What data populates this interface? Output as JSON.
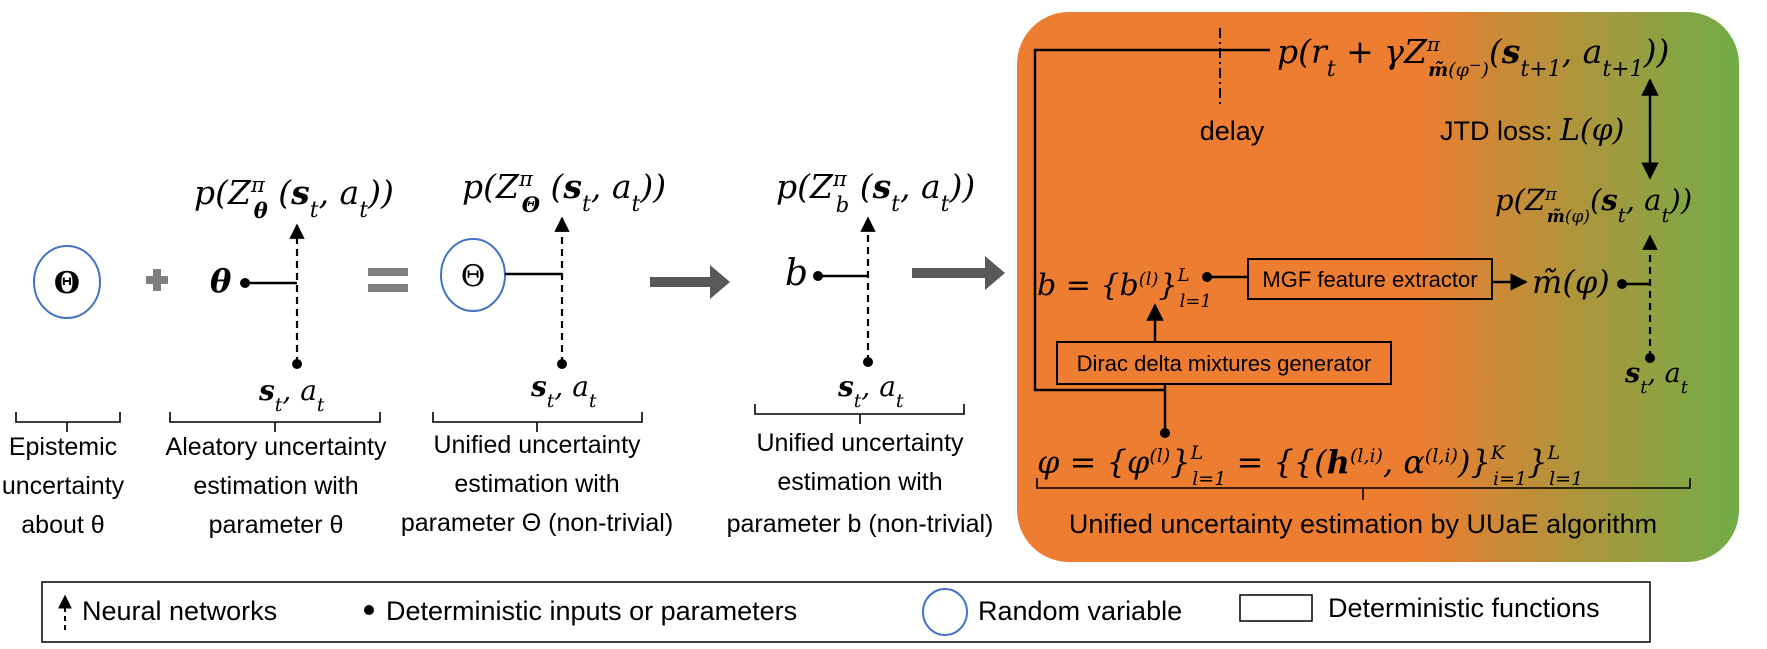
{
  "stage1": {
    "symbol": "Θ",
    "caption": [
      "Epistemic",
      "uncertainty",
      "about θ"
    ]
  },
  "stage2": {
    "formula": "p(Z^π_θ(s_t, a_t))",
    "param": "θ",
    "inputs": "s_t, a_t",
    "caption": [
      "Aleatory uncertainty",
      "estimation with",
      "parameter θ"
    ]
  },
  "stage3": {
    "formula": "p(Z^π_Θ(s_t, a_t))",
    "symbol": "Θ",
    "inputs": "s_t, a_t",
    "caption": [
      "Unified uncertainty",
      "estimation with",
      "parameter Θ (non-trivial)"
    ]
  },
  "stage4": {
    "formula": "p(Z^π_b(s_t, a_t))",
    "param": "b",
    "inputs": "s_t, a_t",
    "caption": [
      "Unified uncertainty",
      "estimation with",
      "parameter b (non-trivial)"
    ]
  },
  "uuae": {
    "target_formula": "p(r_t + γZ^π_m̃(φ⁻)(s_{t+1}, a_{t+1}))",
    "delay_label": "delay",
    "loss_label": "JTD loss:",
    "loss_formula": "L(φ)",
    "pred_formula": "p(Z^π_m̃(φ)(s_t, a_t))",
    "b_formula": "b = {b^(l)}^L_{l=1}",
    "mgf_label": "MGF feature extractor",
    "m_formula": "m̃(φ)",
    "dirac_label": "Dirac delta mixtures generator",
    "inputs": "s_t, a_t",
    "phi_formula": "φ = {φ^(l)}^L_{l=1} = {{(h^(l,i), α^(l,i))}^K_{i=1}}^L_{l=1}",
    "caption": "Unified uncertainty estimation by UUaE algorithm",
    "gradient_colors": [
      "#ED7D31",
      "#70AD47"
    ]
  },
  "operators": {
    "plus": "+",
    "equals": "="
  },
  "legend": {
    "neural_networks": "Neural networks",
    "deterministic_inputs": "Deterministic inputs or parameters",
    "random_variable": "Random variable",
    "deterministic_functions": "Deterministic functions"
  },
  "colors": {
    "circle": "#4472C4",
    "arrow": "#595959",
    "operator": "#7F7F7F"
  }
}
